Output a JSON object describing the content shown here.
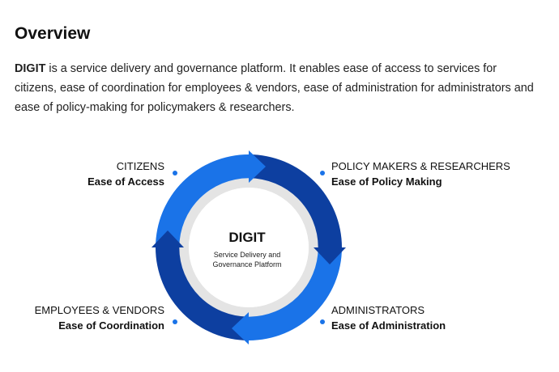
{
  "overview": {
    "heading": "Overview",
    "intro_bold": "DIGIT",
    "intro_rest": " is a service delivery and governance platform. It enables ease of access to services for citizens, ease of coordination for employees & vendors, ease of administration for administrators and ease of policy-making for policymakers & researchers."
  },
  "diagram": {
    "center_title": "DIGIT",
    "center_subtitle": "Service Delivery and Governance Platform",
    "stakeholders": [
      {
        "name": "CITIZENS",
        "benefit": "Ease of Access"
      },
      {
        "name": "POLICY MAKERS & RESEARCHERS",
        "benefit": "Ease of Policy Making"
      },
      {
        "name": "EMPLOYEES & VENDORS",
        "benefit": "Ease of Coordination"
      },
      {
        "name": "ADMINISTRATORS",
        "benefit": "Ease of Administration"
      }
    ],
    "colors": {
      "light_blue": "#1a73e8",
      "dark_blue": "#0d3fa0",
      "ring_gray": "#e4e4e4"
    }
  }
}
